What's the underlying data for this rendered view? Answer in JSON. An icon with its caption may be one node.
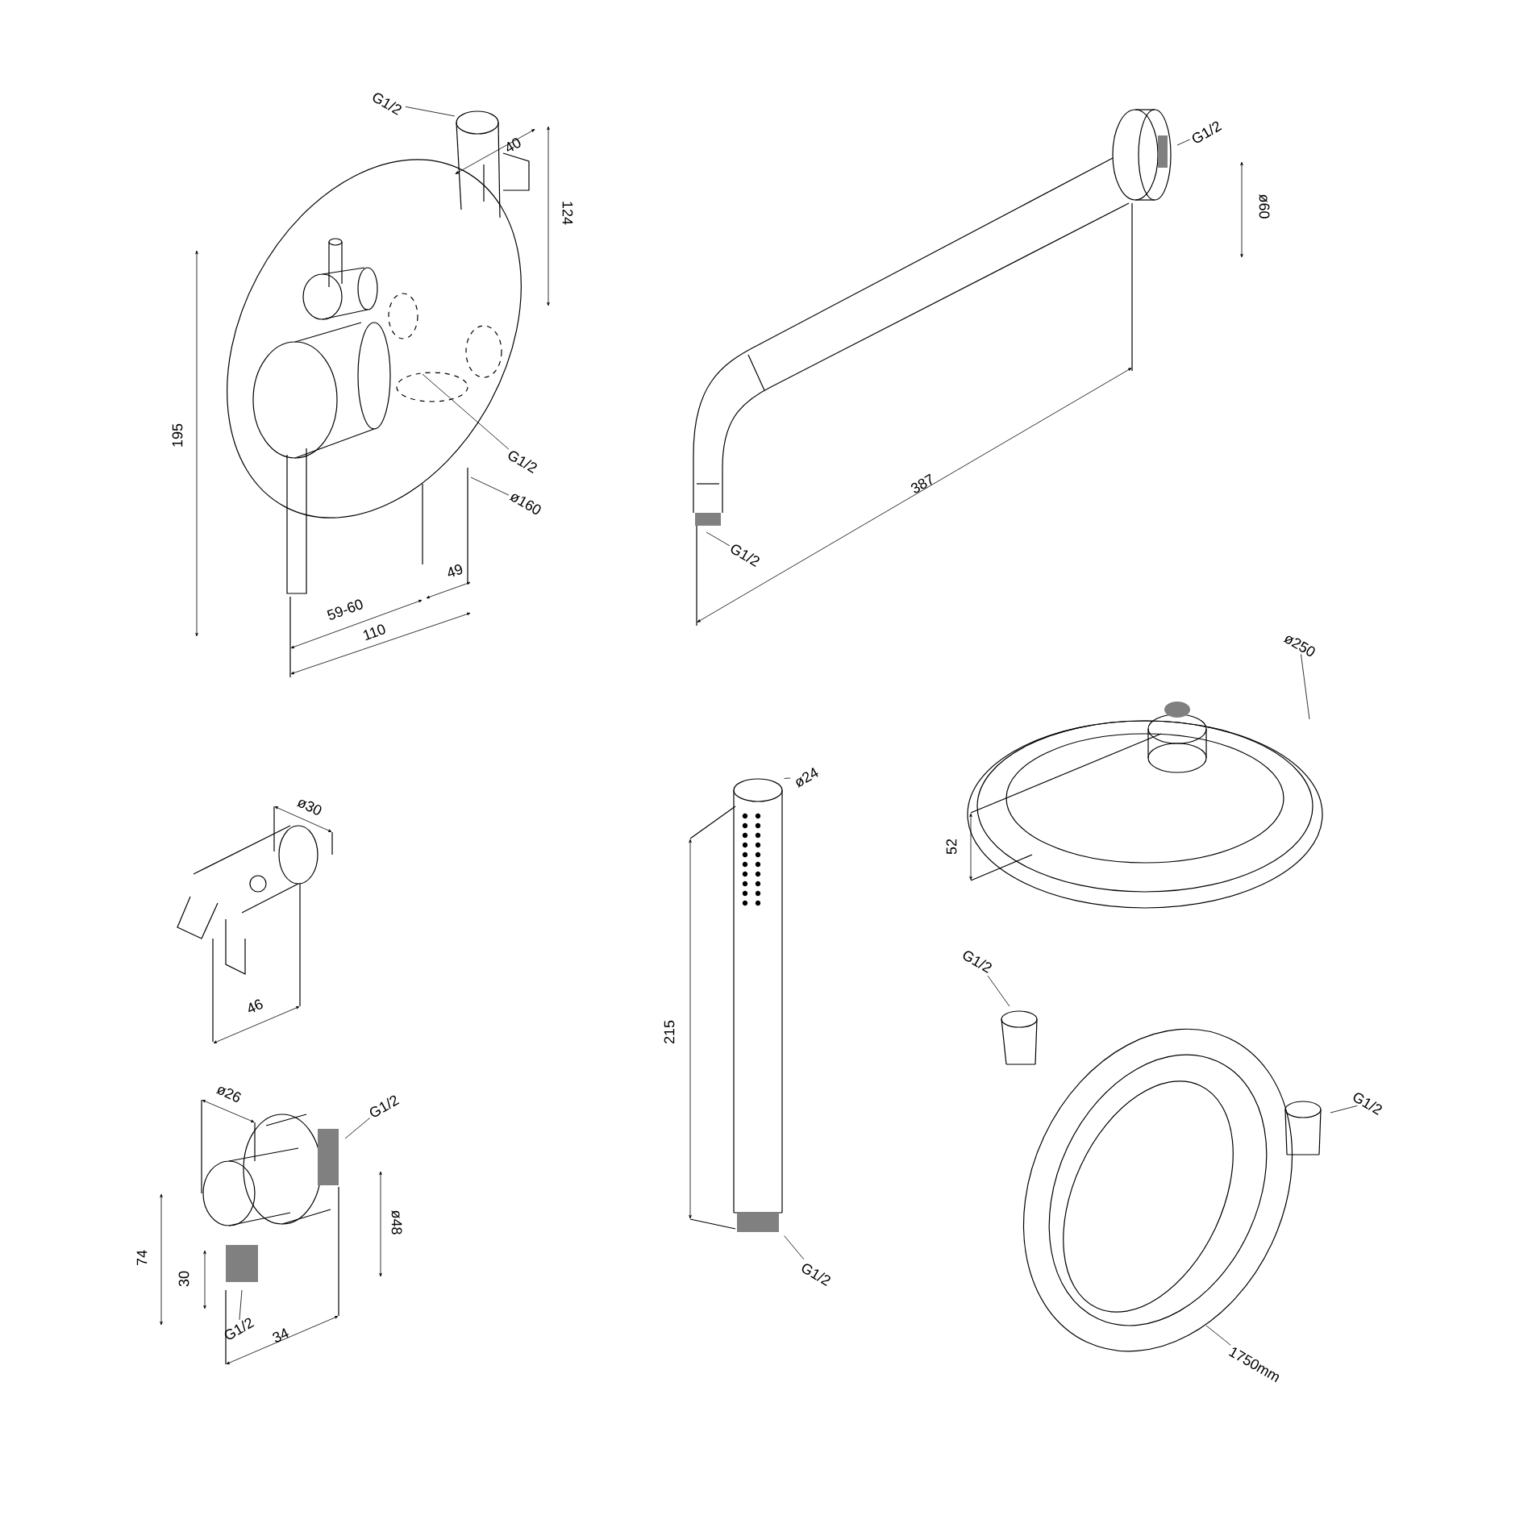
{
  "diagram": {
    "nodes": [
      {
        "text": [
          "G1/2"
        ]
      },
      {
        "text": [
          "G1/2"
        ]
      },
      {
        "text": [
          "ø160"
        ]
      },
      {
        "text": [
          "G1/2"
        ]
      },
      {
        "text": [
          "G1/2"
        ]
      },
      {
        "text": [
          "ø250"
        ]
      },
      {
        "text": [
          "ø24"
        ]
      },
      {
        "text": [
          "G1/2"
        ]
      },
      {
        "text": [
          "G1/2"
        ]
      },
      {
        "text": [
          "G1/2"
        ]
      },
      {
        "text": [
          "G1/2"
        ]
      },
      {
        "text": [
          "G1/2"
        ]
      },
      {
        "text": [
          "1750mm"
        ]
      },
      {
        "text": [],
        "shape": "picture"
      }
    ],
    "edges": [
      {
        "from": 0,
        "to": null,
        "arrow": "none"
      },
      {
        "from": 1,
        "to": null,
        "arrow": "none"
      },
      {
        "from": 2,
        "to": null,
        "arrow": "none"
      },
      {
        "from": 3,
        "to": null,
        "arrow": "none"
      },
      {
        "from": 4,
        "to": null,
        "arrow": "none"
      },
      {
        "from": 5,
        "to": null,
        "arrow": "none"
      },
      {
        "from": 6,
        "to": 13,
        "arrow": "none"
      },
      {
        "from": 7,
        "to": 13,
        "arrow": "none"
      },
      {
        "from": 8,
        "to": null,
        "arrow": "none"
      },
      {
        "from": 9,
        "to": null,
        "arrow": "none"
      },
      {
        "from": 10,
        "to": null,
        "arrow": "none"
      },
      {
        "from": 11,
        "to": null,
        "arrow": "none"
      },
      {
        "from": 12,
        "to": null,
        "arrow": "none"
      }
    ],
    "labels": [
      "40",
      "124",
      "195",
      "59-60",
      "110",
      "49",
      "387",
      "ø60",
      "ø30",
      "46",
      "ø26",
      "ø48",
      "74",
      "30",
      "34",
      "215",
      "52"
    ]
  }
}
